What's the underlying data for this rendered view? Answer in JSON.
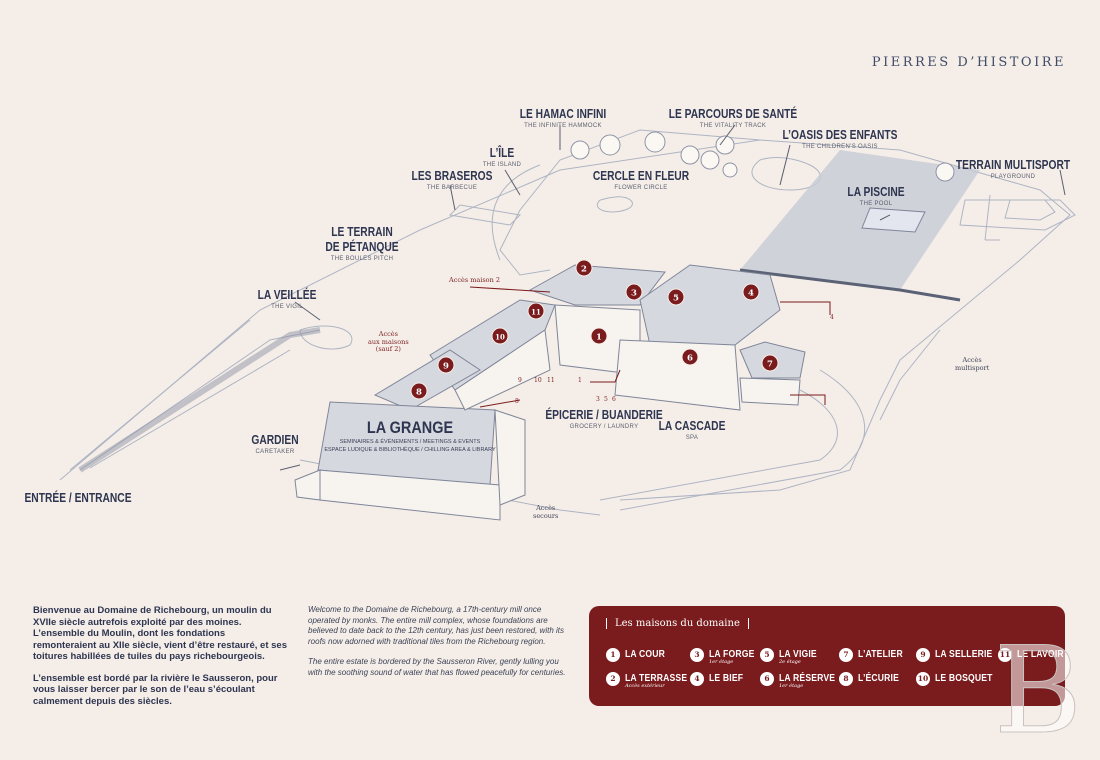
{
  "header": {
    "title": "PIERRES D’HISTOIRE"
  },
  "map": {
    "labels": [
      {
        "id": "hamac",
        "name": "LE HAMAC INFINI",
        "sub": "THE INFINITE HAMMOCK"
      },
      {
        "id": "parcours",
        "name": "LE PARCOURS DE SANTÉ",
        "sub": "THE VITALITY TRACK"
      },
      {
        "id": "oasis",
        "name": "L’OASIS DES ENFANTS",
        "sub": "THE CHILDREN’S OASIS"
      },
      {
        "id": "ile",
        "name": "L’ÎLE",
        "sub": "THE ISLAND"
      },
      {
        "id": "braseros",
        "name": "LES BRASEROS",
        "sub": "THE BARBECUE"
      },
      {
        "id": "cercle",
        "name": "CERCLE EN FLEUR",
        "sub": "FLOWER CIRCLE"
      },
      {
        "id": "multisport",
        "name": "TERRAIN MULTISPORT",
        "sub": "PLAYGROUND"
      },
      {
        "id": "piscine",
        "name": "LA PISCINE",
        "sub": "THE POOL"
      },
      {
        "id": "petanque1",
        "name": "LE TERRAIN",
        "sub": ""
      },
      {
        "id": "petanque2",
        "name": "DE PÉTANQUE",
        "sub": "THE BOULES PITCH"
      },
      {
        "id": "veillee",
        "name": "LA VEILLÉE",
        "sub": "THE VIGIL"
      },
      {
        "id": "gardien",
        "name": "GARDIEN",
        "sub": "CARETAKER"
      },
      {
        "id": "entree",
        "name": "ENTRÉE / ENTRANCE",
        "sub": ""
      },
      {
        "id": "epicerie",
        "name": "ÉPICERIE / BUANDERIE",
        "sub": "GROCERY / LAUNDRY"
      },
      {
        "id": "cascade",
        "name": "LA CASCADE",
        "sub": "SPA"
      }
    ],
    "grange": {
      "name": "LA GRANGE",
      "line1": "SEMINAIRES & ÉVÉNEMENTS / MEETINGS & EVENTS",
      "line2": "ESPACE LUDIQUE & BIBLIOTHÈQUE / CHILLING AREA & LIBRARY"
    },
    "notes": {
      "acces_maison2": "Accès maison 2",
      "acces_maisons_l1": "Accès",
      "acces_maisons_l2": "aux maisons",
      "acces_maisons_l3": "(sauf 2)",
      "acces_multisport_l1": "Accès",
      "acces_multisport_l2": "multisport",
      "acces_secours_l1": "Accès",
      "acces_secours_l2": "secours"
    },
    "markers": [
      "1",
      "2",
      "3",
      "4",
      "5",
      "6",
      "7",
      "8",
      "9",
      "10",
      "11"
    ],
    "small_numbers": [
      "4",
      "9",
      "10",
      "11",
      "8",
      "1",
      "3",
      "5",
      "6"
    ]
  },
  "intro_fr": {
    "p1": "Bienvenue au Domaine de Richebourg, un moulin du XVIIe siècle autrefois exploité par des moines. L’ensemble du Moulin, dont les fondations remonteraient au XIIe siècle, vient d’être restauré, et ses toitures habillées de tuiles du pays richebourgeois.",
    "p2": "L’ensemble est bordé par la rivière le Sausseron, pour vous laisser bercer par le son de l’eau s’écoulant calmement depuis des siècles."
  },
  "intro_en": {
    "p1": "Welcome to the Domaine de Richebourg, a 17th-century mill once operated by monks. The entire mill complex, whose foundations are believed to date back to the 12th century, has just been restored, with its roofs now adorned with traditional tiles from the Richebourg region.",
    "p2": "The entire estate is bordered by the Sausseron River, gently lulling you with the soothing sound of water that has flowed peacefully for centuries."
  },
  "legend": {
    "title": "Les maisons du domaine",
    "items": [
      {
        "num": "1",
        "name": "LA COUR",
        "sub": ""
      },
      {
        "num": "2",
        "name": "LA TERRASSE",
        "sub": "Accès extérieur"
      },
      {
        "num": "3",
        "name": "LA FORGE",
        "sub": "1er étage"
      },
      {
        "num": "4",
        "name": "LE BIEF",
        "sub": ""
      },
      {
        "num": "5",
        "name": "LA VIGIE",
        "sub": "2e étage"
      },
      {
        "num": "6",
        "name": "LA RÉSERVE",
        "sub": "1er étage"
      },
      {
        "num": "7",
        "name": "L’ATELIER",
        "sub": ""
      },
      {
        "num": "8",
        "name": "L’ÉCURIE",
        "sub": ""
      },
      {
        "num": "9",
        "name": "LA SELLERIE",
        "sub": ""
      },
      {
        "num": "10",
        "name": "LE BOSQUET",
        "sub": ""
      },
      {
        "num": "11",
        "name": "LE LAVOIR",
        "sub": ""
      }
    ]
  },
  "logo": {
    "letter": "B"
  },
  "colors": {
    "accent": "#7a1b1d",
    "ink": "#2e3550",
    "background": "#f5eee8"
  }
}
